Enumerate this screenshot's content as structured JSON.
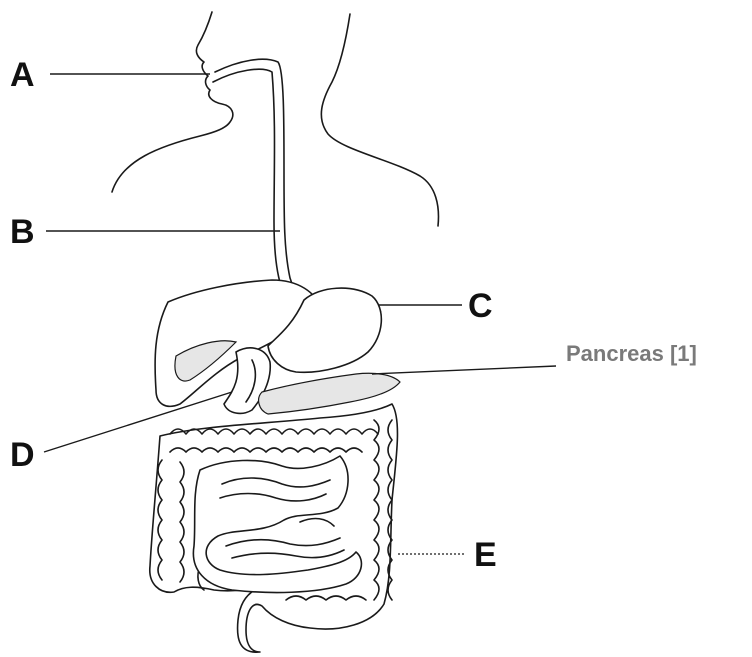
{
  "labels": {
    "a": "A",
    "b": "B",
    "c": "C",
    "d": "D",
    "e": "E",
    "pancreas": "Pancreas [1]"
  },
  "colors": {
    "ink": "#1a1a1a",
    "pancreas_label": "#7a7a7a",
    "background": "#ffffff"
  }
}
